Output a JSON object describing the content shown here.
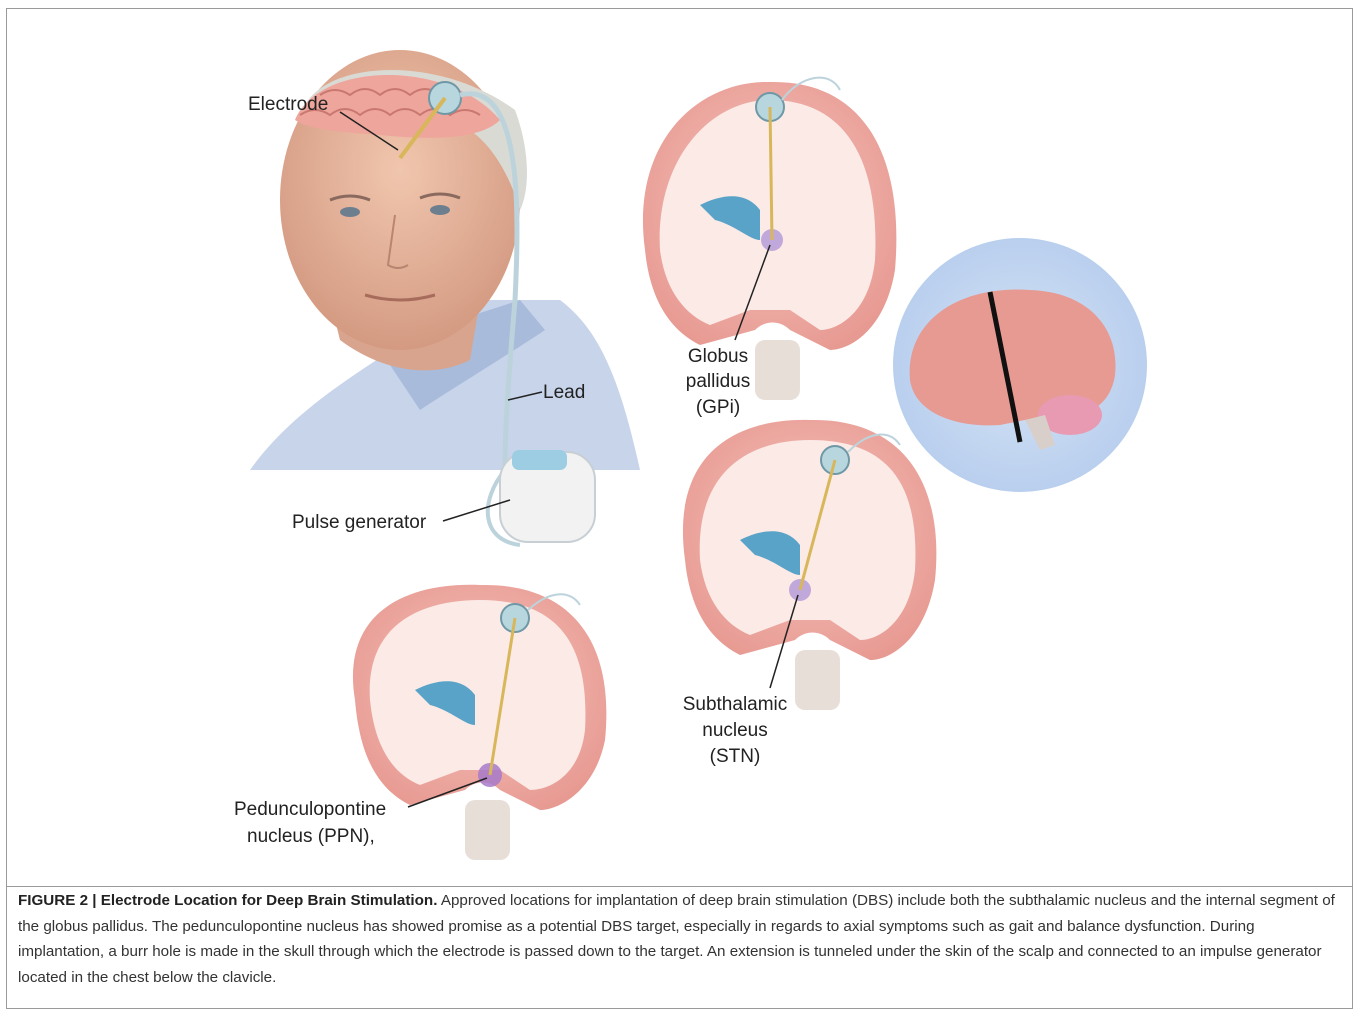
{
  "figure": {
    "labels": {
      "electrode": "Electrode",
      "lead": "Lead",
      "pulse_generator": "Pulse generator",
      "gpi": [
        "Globus",
        "pallidus",
        "(GPi)"
      ],
      "stn": [
        "Subthalamic",
        "nucleus",
        "(STN)"
      ],
      "ppn": [
        "Pedunculopontine",
        "nucleus (PPN),"
      ]
    }
  },
  "caption": {
    "label": "FIGURE 2 | Electrode Location for Deep Brain Stimulation.",
    "text": " Approved locations for implantation of deep brain stimulation (DBS) include both the subthalamic nucleus and the internal segment of the globus pallidus. The pedunculopontine nucleus has showed promise as a potential DBS target, especially in regards to axial symptoms such as gait and balance dysfunction. During implantation, a burr hole is made in the skull through which the electrode is passed down to the target. An extension is tunneled under the skin of the scalp and connected to an impulse generator located in the chest below the clavicle."
  }
}
